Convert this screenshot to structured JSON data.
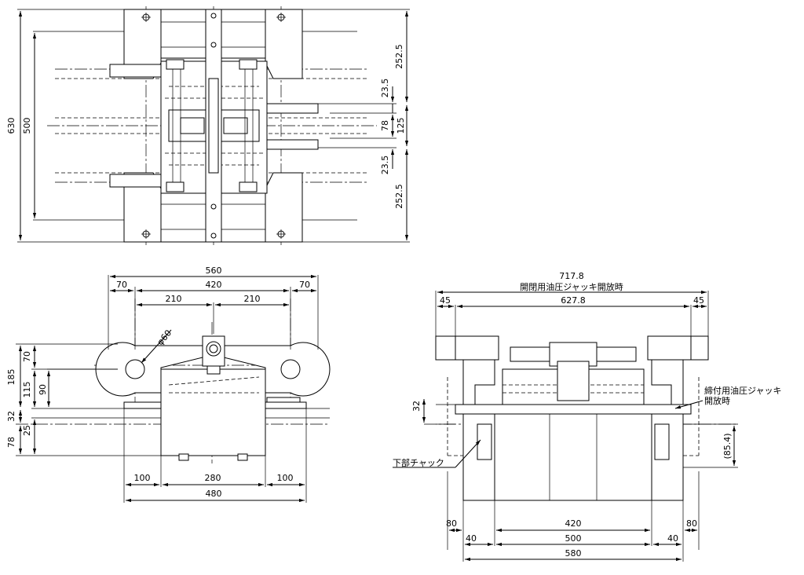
{
  "top_view": {
    "dims": {
      "overall_height": "630",
      "inner_height": "500",
      "upper_outer": "252.5",
      "upper_gap": "23.5",
      "center_small": "78",
      "center_total": "125",
      "lower_gap": "23.5",
      "lower_outer": "252.5"
    }
  },
  "front_view": {
    "dims": {
      "overall_width": "560",
      "left_end": "70",
      "pin_span": "420",
      "right_end": "70",
      "half_left": "210",
      "half_right": "210",
      "pin_diameter": "φ60",
      "height_185": "185",
      "height_70": "70",
      "height_115": "115",
      "height_90": "90",
      "height_32": "32",
      "height_25": "25",
      "height_78": "78",
      "base_left": "100",
      "base_mid": "280",
      "base_right": "100",
      "base_total": "480"
    }
  },
  "side_view": {
    "labels": {
      "open_jack_title": "開閉用油圧ジャッキ開放時",
      "clamp_jack_line1": "締付用油圧ジャッキ",
      "clamp_jack_line2": "開放時",
      "lower_chuck": "下部チャック"
    },
    "dims": {
      "open_total": "717.8",
      "open_left": "45",
      "open_mid": "627.8",
      "open_right": "45",
      "height_32": "32",
      "height_854": "(85.4)",
      "w80_left": "80",
      "w420": "420",
      "w80_right": "80",
      "w40_left": "40",
      "w500": "500",
      "w40_right": "40",
      "w580": "580"
    }
  }
}
